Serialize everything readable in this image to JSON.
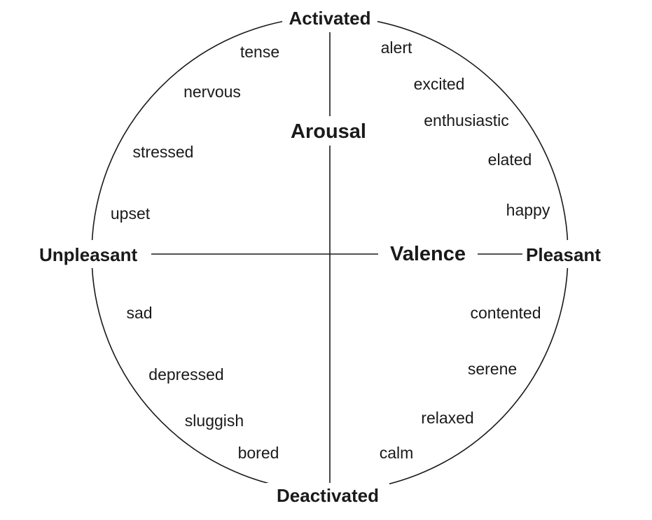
{
  "diagram": {
    "axes": {
      "vertical_title": "Arousal",
      "horizontal_title": "Valence"
    },
    "poles": {
      "top": "Activated",
      "bottom": "Deactivated",
      "left": "Unpleasant",
      "right": "Pleasant"
    },
    "emotions": {
      "tense": "tense",
      "nervous": "nervous",
      "stressed": "stressed",
      "upset": "upset",
      "sad": "sad",
      "depressed": "depressed",
      "sluggish": "sluggish",
      "bored": "bored",
      "alert": "alert",
      "excited": "excited",
      "enthusiastic": "enthusiastic",
      "elated": "elated",
      "happy": "happy",
      "contented": "contented",
      "serene": "serene",
      "relaxed": "relaxed",
      "calm": "calm"
    },
    "colors": {
      "ink": "#1a1a1a",
      "background": "#ffffff"
    }
  }
}
